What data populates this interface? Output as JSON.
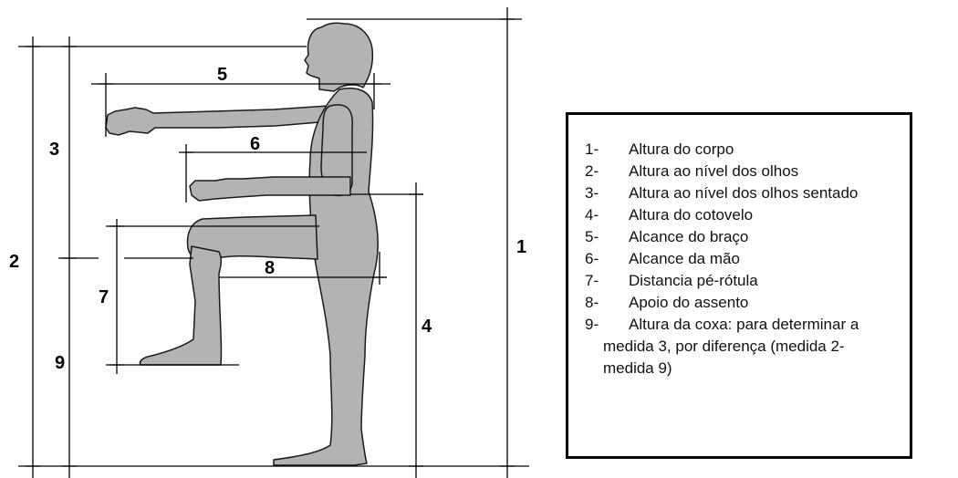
{
  "diagram": {
    "numbers": {
      "n1": "1",
      "n2": "2",
      "n3": "3",
      "n4": "4",
      "n5": "5",
      "n6": "6",
      "n7": "7",
      "n8": "8",
      "n9": "9"
    },
    "colors": {
      "figure_fill": "#b3b3b3",
      "outline": "#000000"
    }
  },
  "legend": {
    "items": [
      {
        "num": "1-",
        "text": "Altura do corpo"
      },
      {
        "num": "2-",
        "text": "Altura ao nível dos olhos"
      },
      {
        "num": "3-",
        "text": "Altura ao nível dos olhos sentado"
      },
      {
        "num": "4-",
        "text": "Altura do cotovelo"
      },
      {
        "num": "5-",
        "text": "Alcance do braço"
      },
      {
        "num": "6-",
        "text": "Alcance da mão"
      },
      {
        "num": "7-",
        "text": "Distancia pé-rótula"
      },
      {
        "num": "8-",
        "text": "Apoio do assento"
      },
      {
        "num": "9-",
        "text": "Altura da coxa: para determinar a",
        "cont1": "medida 3, por diferença (medida 2-",
        "cont2": "medida 9)"
      }
    ]
  }
}
